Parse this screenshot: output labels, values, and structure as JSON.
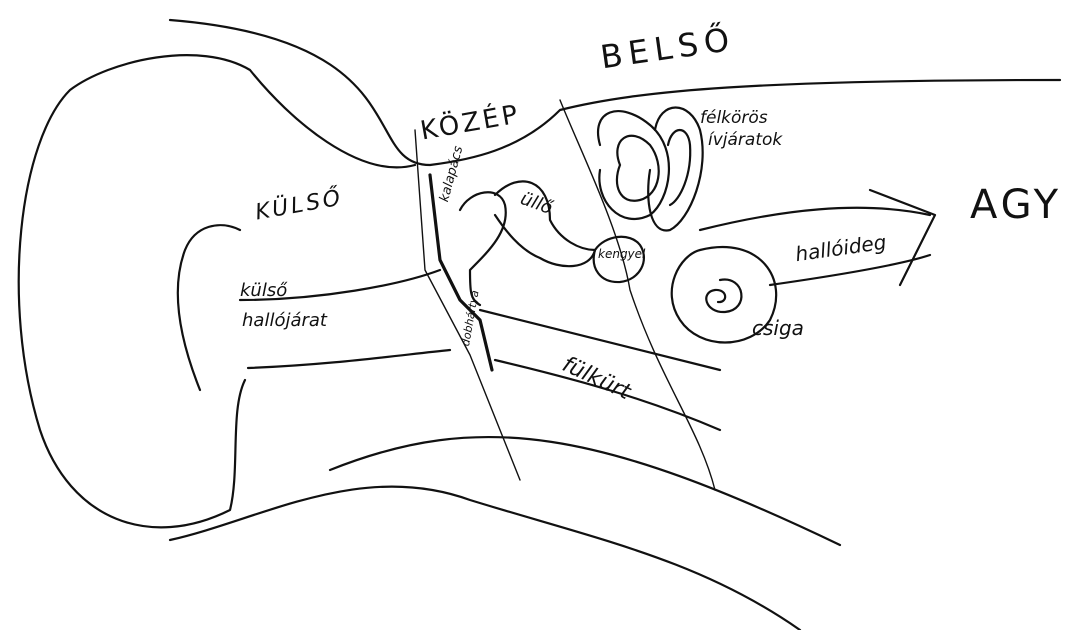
{
  "diagram": {
    "labels": {
      "belso": "BELSŐ",
      "kozep": "KÖZÉP",
      "kulso_region": "KÜLSŐ",
      "agy": "AGY",
      "felkoros_line1": "félkörös",
      "felkoros_line2": "ívjáratok",
      "hallideg": "hallóideg",
      "csiga": "csiga",
      "ulloe": "üllő",
      "kengyel": "kengyel",
      "kalapacs": "kalapács",
      "dobhartya": "dobhártya",
      "fulkurt": "fülkürt",
      "kulso_hallojarat_line1": "külső",
      "kulso_hallojarat_line2": "hallójárat"
    }
  }
}
